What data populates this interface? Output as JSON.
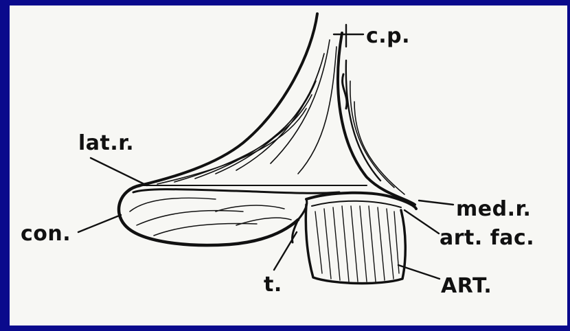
{
  "figure": {
    "background_color": "#0a0a8c",
    "panel_color": "#f7f7f4",
    "ink_color": "#111111"
  },
  "labels": {
    "cp": "c.p.",
    "lat_r": "lat.r.",
    "med_r": "med.r.",
    "con": "con.",
    "art_fac": "art. fac.",
    "t": "t.",
    "art": "ART."
  }
}
